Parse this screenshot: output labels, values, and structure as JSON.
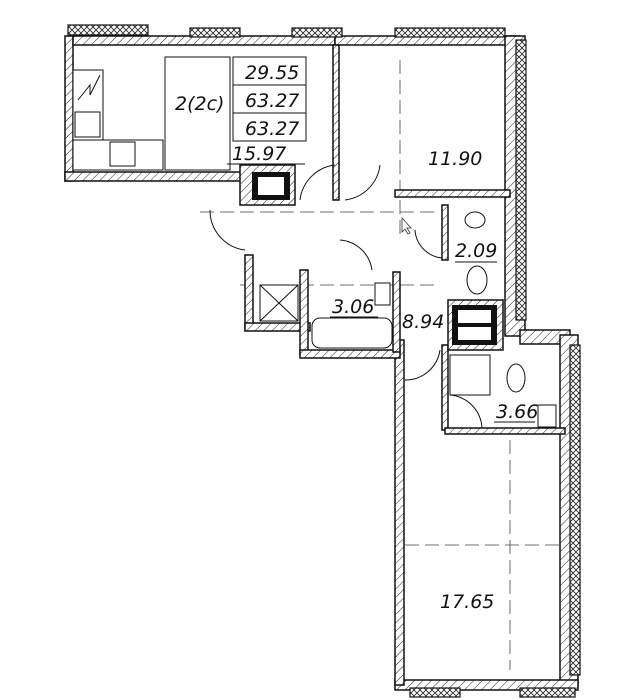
{
  "plan": {
    "apartment_type": "2(2c)",
    "summary_areas": [
      "29.55",
      "63.27",
      "63.27"
    ],
    "rooms": {
      "kitchen_living": "15.97",
      "bedroom_small": "11.90",
      "wc": "2.09",
      "bathroom": "3.06",
      "hallway": "8.94",
      "shower_room": "3.66",
      "bedroom_large": "17.65"
    }
  }
}
